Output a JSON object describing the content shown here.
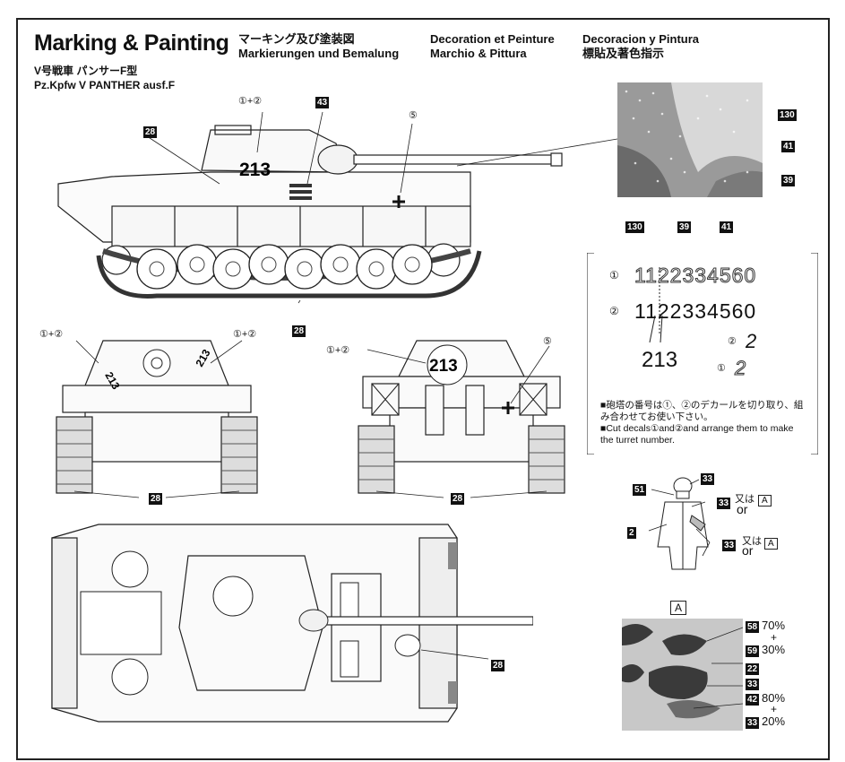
{
  "header": {
    "title": "Marking & Painting",
    "jp_title": "マーキング及び塗装図",
    "de_title": "Markierungen und Bemalung",
    "fr_title": "Decoration et Peinture",
    "it_title": "Marchio & Pittura",
    "es_title": "Decoracion y Pintura",
    "cn_title": "標貼及著色指示",
    "model_jp": "V号戦車 パンサーF型",
    "model_en": "Pz.Kpfw V PANTHER ausf.F"
  },
  "side_view": {
    "turret_number": "213",
    "callouts": [
      "28",
      "43",
      "28"
    ],
    "decal_callouts": [
      "①+②",
      "⑤"
    ]
  },
  "front_view": {
    "turret_number_left": "213",
    "turret_number_right": "213",
    "callouts": [
      "①+②",
      "①+②",
      "28"
    ]
  },
  "rear_view": {
    "turret_number": "213",
    "callouts": [
      "①+②",
      "⑤",
      "28"
    ]
  },
  "top_view": {
    "callouts": [
      "28"
    ]
  },
  "camo_swatch": {
    "labels": [
      "130",
      "41",
      "39",
      "130",
      "39",
      "41"
    ]
  },
  "decal_sheet": {
    "row1_mark": "①",
    "row1_digits": "1122334560",
    "row2_mark": "②",
    "row2_digits": "1122334560",
    "combined": "213",
    "small_mark2": "②",
    "small_mark1": "①",
    "glyph": "2",
    "note_jp": "■砲塔の番号は①、②のデカールを切り取り、組み合わせてお使い下さい。",
    "note_en": "■Cut decals①and②and arrange them to make the turret number."
  },
  "figure": {
    "labels": [
      "51",
      "33",
      "33",
      "2",
      "33"
    ],
    "or_jp": "又は",
    "or_en": "or",
    "ref": "A"
  },
  "mix_panel": {
    "label": "A",
    "mix1_a": "58",
    "mix1_a_pct": "70%",
    "plus": "+",
    "mix1_b": "59",
    "mix1_b_pct": "30%",
    "c22": "22",
    "c33": "33",
    "mix2_a": "42",
    "mix2_a_pct": "80%",
    "mix2_b": "33",
    "mix2_b_pct": "20%"
  }
}
